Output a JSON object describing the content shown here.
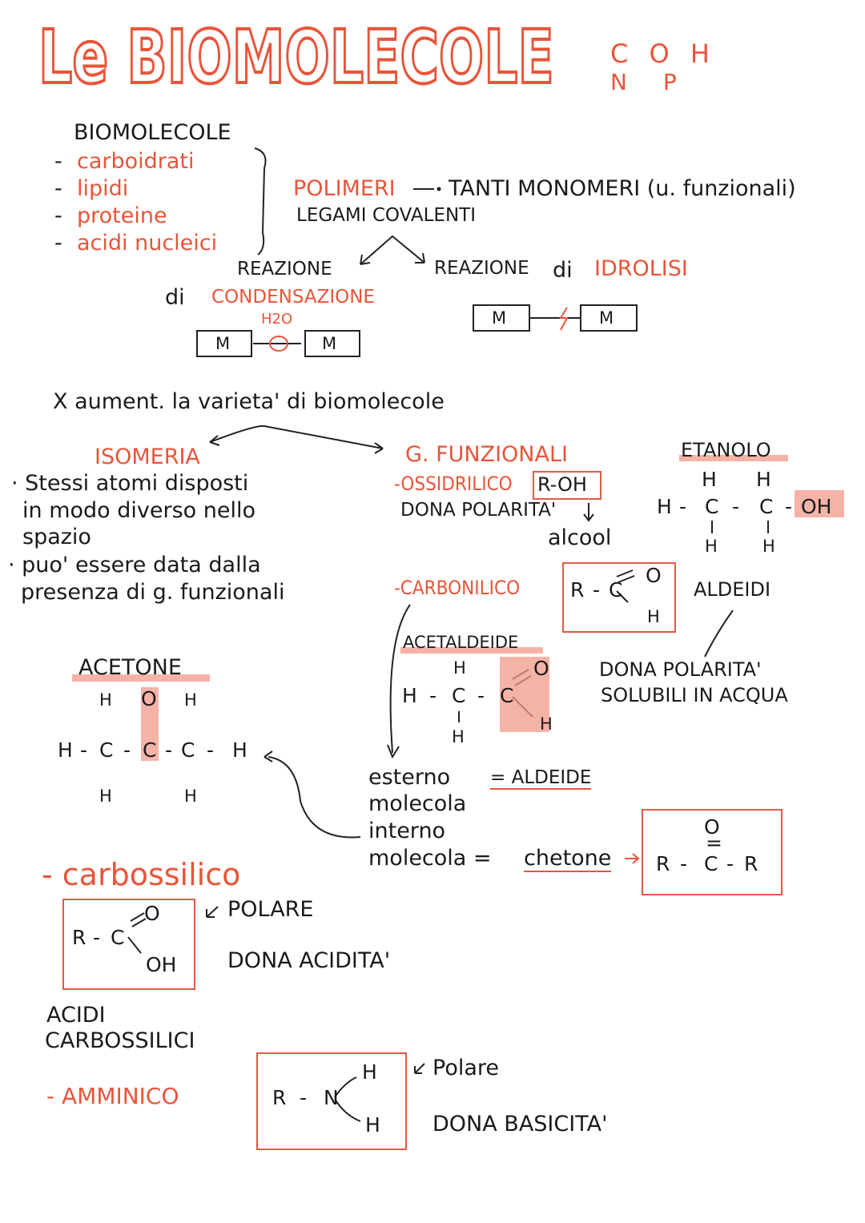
{
  "title": "Le BIOMOLECOLE",
  "elements": [
    "C O H",
    "N P"
  ],
  "biomolecole": {
    "heading": "BIOMOLECOLE",
    "items": [
      "carboidrati",
      "lipidi",
      "proteine",
      "acidi nucleici"
    ]
  },
  "polimeri": {
    "label": "POLIMERI",
    "arrow_text": "TANTI MONOMERI (u. funzionali)",
    "legami": "LEGAMI COVALENTI"
  },
  "reazioni": {
    "condensazione_1": "REAZIONE",
    "condensazione_2a": "di",
    "condensazione_2b": "CONDENSAZIONE",
    "water": "H2O",
    "idrolisi_1": "REAZIONE",
    "idrolisi_2": "di",
    "idrolisi_3": "IDROLISI",
    "monomer": "M"
  },
  "varieta": "X aument. la varieta' di biomolecole",
  "isomeria": {
    "heading": "ISOMERIA",
    "lines": [
      "· Stessi atomi disposti",
      "in modo diverso nello",
      "spazio",
      "· puo' essere data dalla",
      "presenza di g. funzionali"
    ]
  },
  "gruppi": {
    "heading": "G. FUNZIONALI",
    "ossidrilico": "-OSSIDRILICO",
    "ossidrilico_formula": "R-OH",
    "dona_polarita": "DONA POLARITA'",
    "alcool": "alcool",
    "carbonilico": "-CARBONILICO",
    "aldeidi": "ALDEIDI",
    "dona_polarita_2": "DONA POLARITA'",
    "solubili": "SOLUBILI IN ACQUA",
    "esterno": "esterno",
    "molecola1": "molecola",
    "interno": "interno",
    "molecola2": "molecola =",
    "aldeide": "= ALDEIDE",
    "chetone": "chetone",
    "carbossilico": "- carbossilico",
    "polare": "POLARE",
    "dona_acidita": "DONA ACIDITA'",
    "acidi_1": "ACIDI",
    "acidi_2": "CARBOSSILICI",
    "amminico": "- AMMINICO",
    "polare_2": "Polare",
    "dona_basicita": "DONA BASICITA'"
  },
  "molecules": {
    "etanolo": "ETANOLO",
    "acetaldeide": "ACETALDEIDE",
    "acetone": "ACETONE"
  },
  "atoms": {
    "H": "H",
    "C": "C",
    "O": "O",
    "R": "R",
    "N": "N",
    "OH": "OH",
    "bond": "-",
    "dbl": "="
  }
}
